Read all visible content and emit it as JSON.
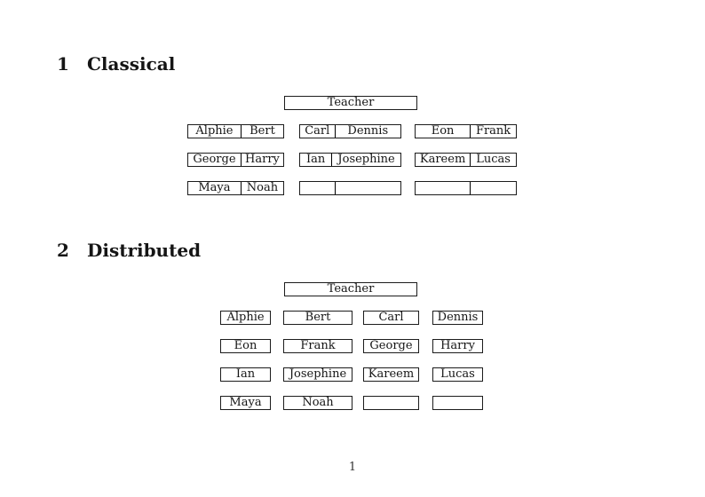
{
  "document": {
    "page_number": "1",
    "sections": [
      {
        "number": "1",
        "title": "Classical"
      },
      {
        "number": "2",
        "title": "Distributed"
      }
    ],
    "classical": {
      "teacher_label": "Teacher",
      "desks": [
        {
          "left": "Alphie",
          "right": "Bert"
        },
        {
          "left": "Carl",
          "right": "Dennis"
        },
        {
          "left": "Eon",
          "right": "Frank"
        },
        {
          "left": "George",
          "right": "Harry"
        },
        {
          "left": "Ian",
          "right": "Josephine"
        },
        {
          "left": "Kareem",
          "right": "Lucas"
        },
        {
          "left": "Maya",
          "right": "Noah"
        },
        {
          "left": "",
          "right": ""
        },
        {
          "left": "",
          "right": ""
        }
      ]
    },
    "distributed": {
      "teacher_label": "Teacher",
      "seats": [
        "Alphie",
        "Bert",
        "Carl",
        "Dennis",
        "Eon",
        "Frank",
        "George",
        "Harry",
        "Ian",
        "Josephine",
        "Kareem",
        "Lucas",
        "Maya",
        "Noah",
        "",
        ""
      ]
    }
  }
}
